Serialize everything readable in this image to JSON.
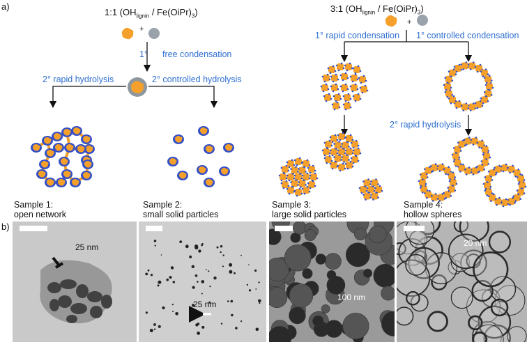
{
  "panel_labels": {
    "a": "a)",
    "b": "b)"
  },
  "left_scheme": {
    "ratio_main": "1:1 (OH",
    "ratio_sub": "lignin",
    "ratio_tail": " / Fe(OiPr)",
    "ratio_sub2": "3",
    "ratio_close": ")",
    "plus": "+",
    "step1_num": "1°",
    "step1_label": "free condensation",
    "step2_left": "2° rapid hydrolysis",
    "step2_right": "2° controlled hydrolysis"
  },
  "right_scheme": {
    "ratio_main": "3:1 (OH",
    "ratio_sub": "lignin",
    "ratio_tail": " / Fe(OiPr)",
    "ratio_sub2": "3",
    "ratio_close": ")",
    "plus": "+",
    "step1_left": "1° rapid condensation",
    "step1_right": "1° controlled condensation",
    "step2": "2° rapid hydrolysis"
  },
  "samples": [
    {
      "title": "Sample 1:",
      "desc": "open network",
      "tem_label": "25 nm"
    },
    {
      "title": "Sample 2:",
      "desc": "small solid particles",
      "tem_label": "25 nm"
    },
    {
      "title": "Sample 3:",
      "desc": "large solid particles",
      "tem_label": "100 nm"
    },
    {
      "title": "Sample 4:",
      "desc": "hollow spheres",
      "tem_label": "20 nm"
    }
  ],
  "colors": {
    "lignin": "#f5a02a",
    "iron": "#9aa3ab",
    "shell": "#3450c8",
    "text_blue": "#2e6fcf"
  }
}
